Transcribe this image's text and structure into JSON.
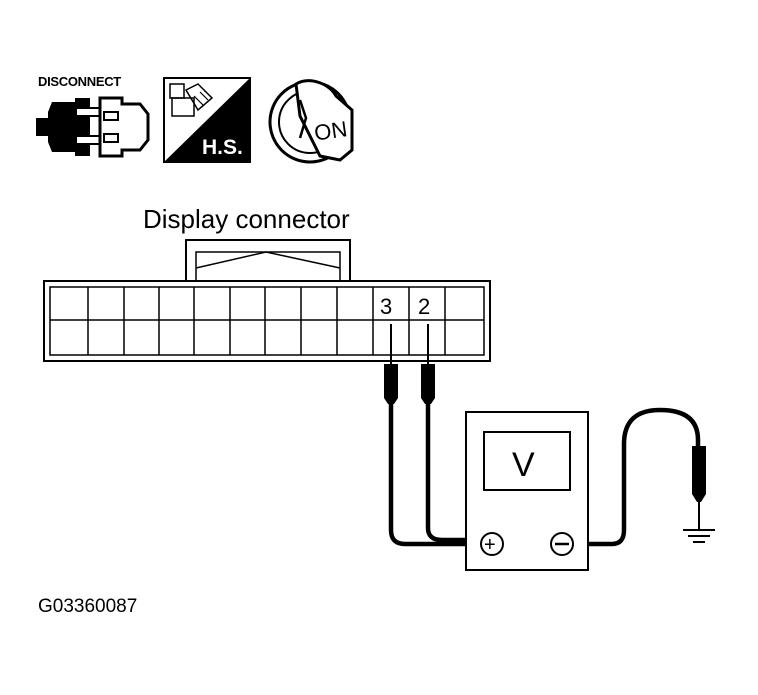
{
  "icons": {
    "disconnect_label": "DISCONNECT",
    "disconnect_icon": "connector-disconnect-icon",
    "harness_side_label": "H.S.",
    "harness_side_icon": "harness-side-icon",
    "ignition_label": "ON",
    "ignition_icon": "ignition-key-on-icon"
  },
  "connector": {
    "title": "Display connector",
    "terminal_a": "3",
    "terminal_b": "2"
  },
  "meter": {
    "display": "V",
    "positive_symbol": "+",
    "negative_symbol": "−",
    "ground_icon": "ground-icon"
  },
  "figure_id": "G03360087",
  "colors": {
    "line": "#000000",
    "background": "#ffffff"
  }
}
